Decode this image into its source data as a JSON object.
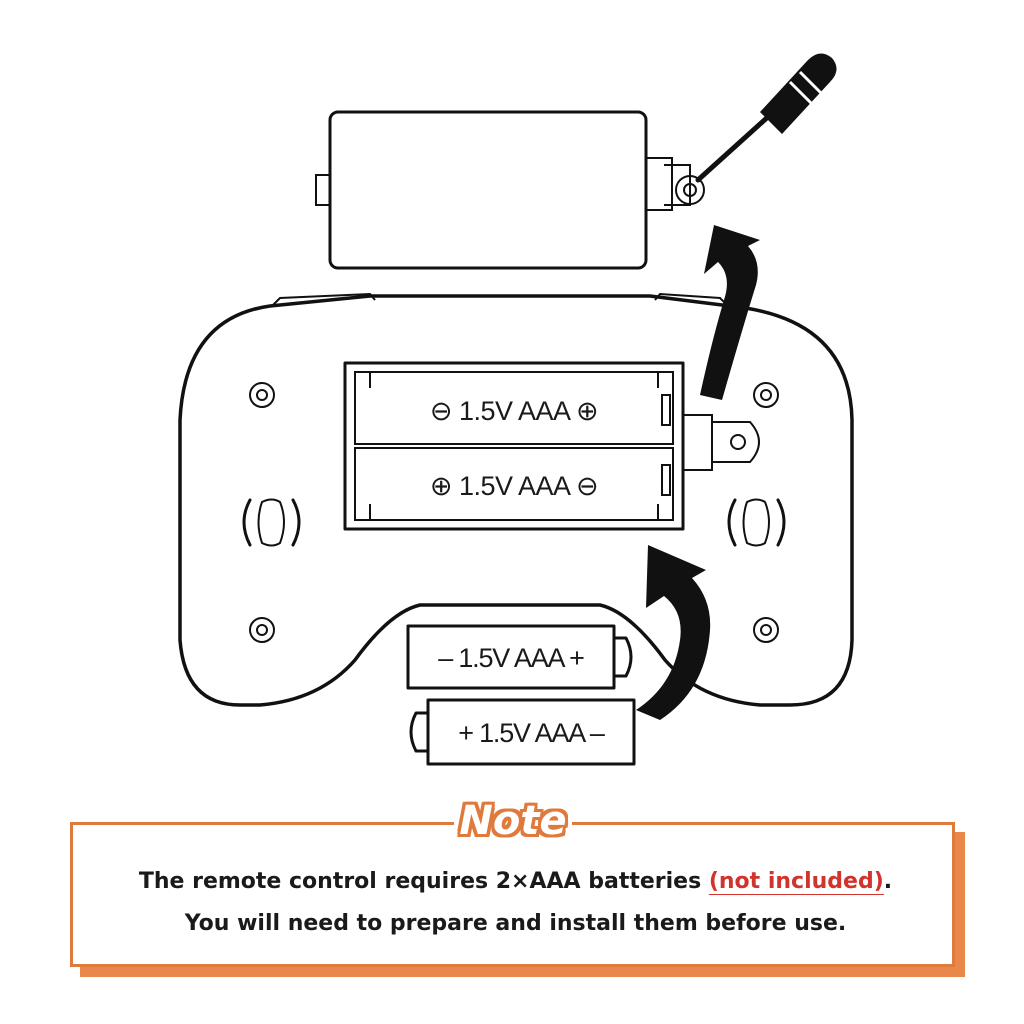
{
  "diagram": {
    "battery_label_slot_top": "⊖ 1.5V AAA ⊕",
    "battery_label_slot_bottom": "⊕ 1.5V AAA ⊖",
    "battery_label_loose_top": "– 1.5V AAA +",
    "battery_label_loose_bottom": "+ 1.5V AAA –"
  },
  "note": {
    "title": "Note",
    "line1_before": "The remote control requires 2×AAA batteries ",
    "line1_highlight": "(not included)",
    "line1_after": ".",
    "line2": "You will need to prepare and install them before use."
  },
  "colors": {
    "accent": "#e07a3c",
    "highlight": "#d0342c",
    "ink": "#111111"
  }
}
